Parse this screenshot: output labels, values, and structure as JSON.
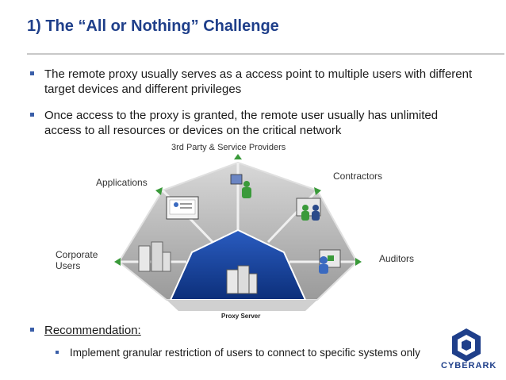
{
  "slide": {
    "title": "1) The “All or Nothing” Challenge",
    "bullets": [
      "The remote proxy usually serves as a access point to multiple users with different target devices and different privileges",
      "Once access to the proxy is granted, the remote user usually has unlimited access to all resources or devices on the critical network"
    ],
    "recommendation": "Recommendation:",
    "sub_bullet": "Implement granular restriction of users to connect to specific systems only"
  },
  "diagram": {
    "top_label": "3rd Party & Service Providers",
    "applications": "Applications",
    "contractors": "Contractors",
    "corporate_users": "Corporate Users",
    "auditors": "Auditors",
    "proxy_server": "Proxy Server"
  },
  "logo": {
    "text": "CYBERARK"
  },
  "colors": {
    "title": "#1f3f8a",
    "accent_blue": "#1e4a9e",
    "green_arrow": "#3a9a3a",
    "gray_panel": "#a8a8a8"
  }
}
